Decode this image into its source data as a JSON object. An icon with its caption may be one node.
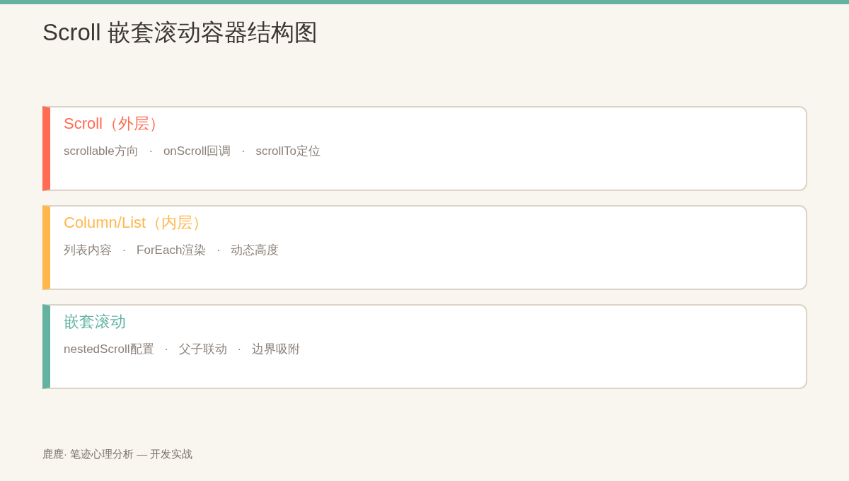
{
  "diagram": {
    "title": "Scroll 嵌套滚动容器结构图",
    "nodes": [
      {
        "text": [
          "Scroll（外层）",
          "scrollable方向 · onScroll回调 · scrollTo定位"
        ]
      },
      {
        "text": [
          "Column/List（内层）",
          "列表内容 · ForEach渲染 · 动态高度"
        ]
      },
      {
        "text": [
          "嵌套滚动",
          "nestedScroll配置 · 父子联动 · 边界吸附"
        ]
      }
    ],
    "labels": [
      "鹿鹿· 笔迹心理分析 — 开发实战"
    ]
  }
}
